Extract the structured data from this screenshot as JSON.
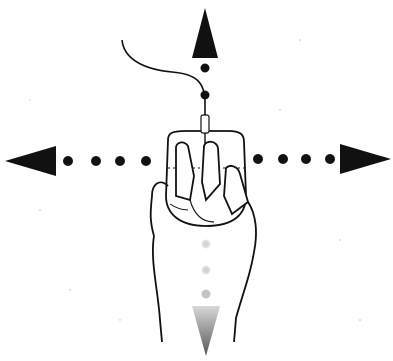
{
  "illustration": {
    "subject": "hand-on-mouse-with-direction-arrows",
    "directions": [
      "up",
      "down",
      "left",
      "right"
    ],
    "colors": {
      "ink": "#111111",
      "background": "#ffffff",
      "fade": "#9a9a9a"
    },
    "icons": {
      "hand": "hand-icon",
      "mouse": "computer-mouse-icon",
      "cable": "mouse-cable",
      "arrow_up": "arrow-up-icon",
      "arrow_down": "arrow-down-icon",
      "arrow_left": "arrow-left-icon",
      "arrow_right": "arrow-right-icon"
    }
  }
}
